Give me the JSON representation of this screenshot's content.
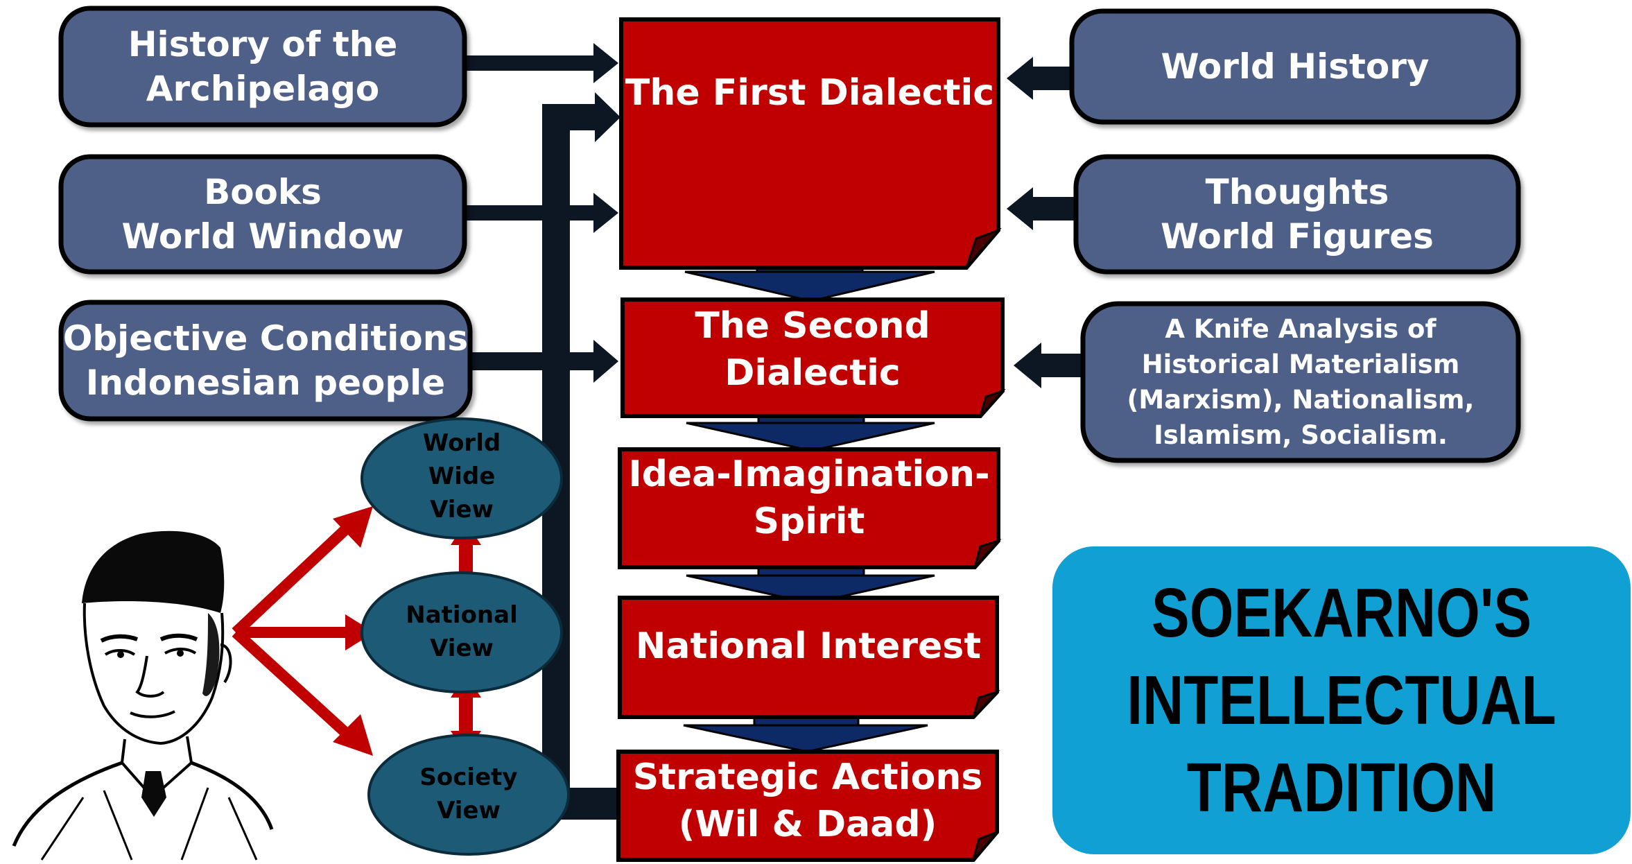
{
  "colors": {
    "blue_box": "#4f6088",
    "red_box": "#c00000",
    "dark_arrow": "#0d1623",
    "navy_arrow": "#0e2a66",
    "teal_oval": "#1d5a76",
    "cyan_panel": "#10a0d3",
    "red_arrow": "#c00000"
  },
  "left_inputs": {
    "history": "History of the\nArchipelago",
    "books": "Books\nWorld Window",
    "conditions": "Objective Conditions\nIndonesian people"
  },
  "right_inputs": {
    "world_history": "World History",
    "thoughts": "Thoughts\nWorld Figures",
    "knife": "A Knife Analysis of\nHistorical Materialism\n(Marxism), Nationalism,\nIslamism, Socialism."
  },
  "stages": {
    "first": "The First Dialectic",
    "second": "The Second\nDialectic",
    "idea": "Idea-Imagination-\nSpirit",
    "national": "National Interest",
    "strategic": "Strategic Actions\n(Wil & Daad)"
  },
  "views": {
    "world": "World\nWide\nView",
    "national": "National\nView",
    "society": "Society\nView"
  },
  "title": "SOEKARNO'S\nINTELLECTUAL\nTRADITION",
  "icons": {
    "portrait": "portrait-sketch-icon"
  }
}
